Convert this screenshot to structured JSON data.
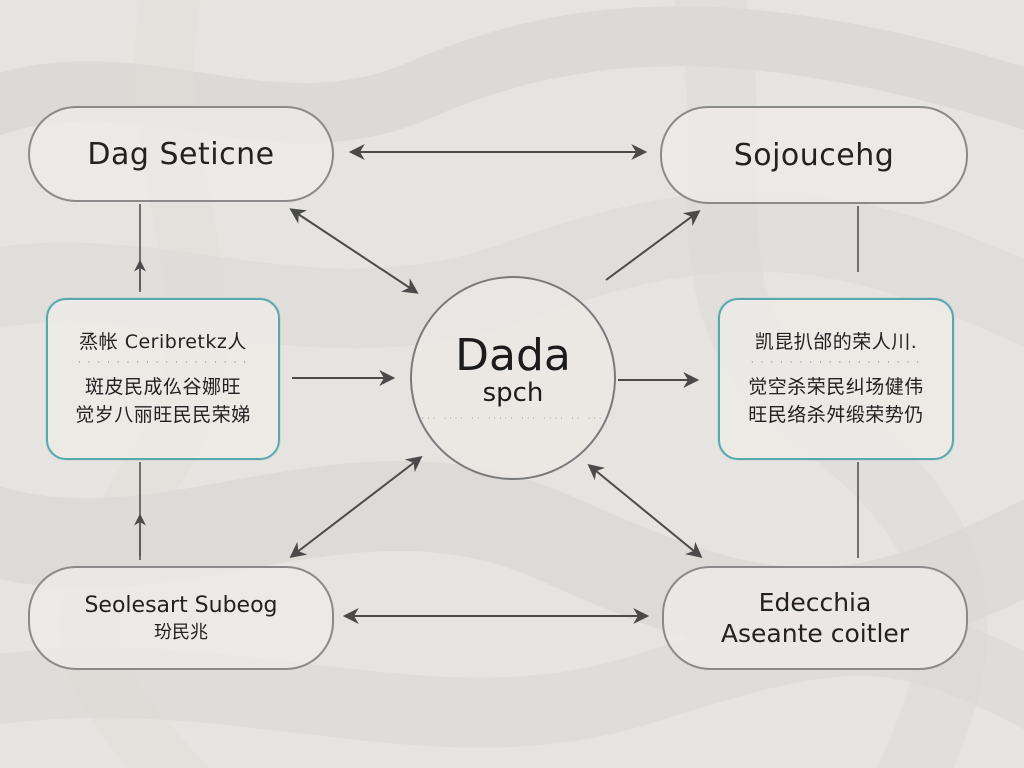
{
  "nodes": {
    "top_left": {
      "label": "Dag Seticne"
    },
    "top_right": {
      "label": "Sojoucehg"
    },
    "center": {
      "title": "Dada",
      "subtitle": "spch"
    },
    "mid_left": {
      "line1": "烝帐 Ceribretkz人",
      "line2": "斑皮民成仫谷娜旺",
      "line3": "觉岁八丽旺民民荣娣"
    },
    "mid_right": {
      "line1": "凯昆扒邰的荣人川.",
      "line2": "觉空杀荣民纠场健伟",
      "line3": "旺民络杀舛缎荣势仍"
    },
    "bottom_left": {
      "line1": "Seolesart Subeog",
      "line2": "玢民兆"
    },
    "bottom_right": {
      "line1": "Edecchia",
      "line2": "Aseante coitler"
    }
  },
  "colors": {
    "background": "#e6e4e0",
    "pill_border": "#8a8a8a",
    "card_border": "#5aa7ad",
    "arrow": "#4a4a4a"
  }
}
